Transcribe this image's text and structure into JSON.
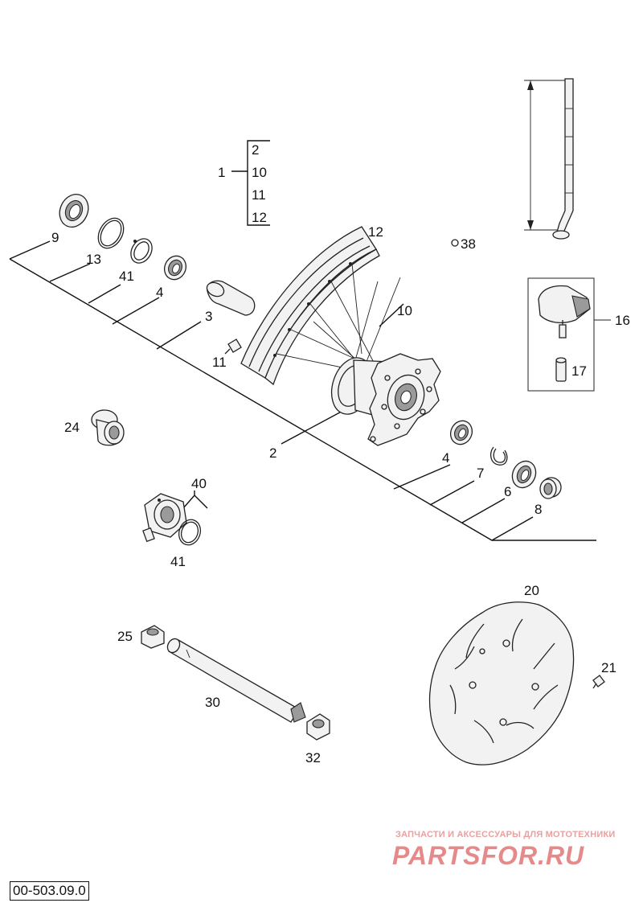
{
  "callouts": {
    "1": "1",
    "2": "2",
    "3": "3",
    "4": "4",
    "6": "6",
    "7": "7",
    "8": "8",
    "9": "9",
    "10": "10",
    "11": "11",
    "12": "12",
    "13": "13",
    "16": "16",
    "17": "17",
    "20": "20",
    "21": "21",
    "24": "24",
    "25": "25",
    "30": "30",
    "32": "32",
    "38": "38",
    "40": "40",
    "41": "41"
  },
  "bracket_items": [
    "2",
    "10",
    "11",
    "12"
  ],
  "watermark": {
    "tagline": "ЗАПЧАСТИ И АКСЕССУАРЫ ДЛЯ МОТОТЕХНИКИ",
    "brand": "PARTSFOR.RU"
  },
  "drawing_code": "00-503.09.0"
}
